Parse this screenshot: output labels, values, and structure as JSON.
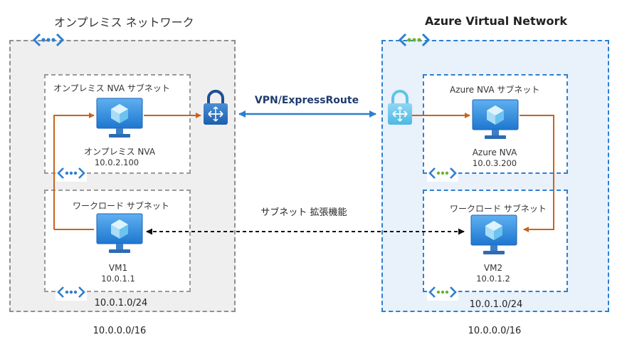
{
  "onprem": {
    "title": "オンプレミス ネットワーク",
    "cidr": "10.0.0.0/16",
    "nva_subnet": {
      "label": "オンプレミス NVA サブネット",
      "vm_name": "オンプレミス NVA",
      "ip": "10.0.2.100"
    },
    "workload_subnet": {
      "label": "ワークロード サブネット",
      "vm_name": "VM1",
      "ip": "10.0.1.1",
      "cidr": "10.0.1.0/24"
    }
  },
  "azure": {
    "title": "Azure Virtual Network",
    "cidr": "10.0.0.0/16",
    "nva_subnet": {
      "label": "Azure  NVA サブネット",
      "vm_name": "Azure NVA",
      "ip": "10.0.3.200"
    },
    "workload_subnet": {
      "label": "ワークロード サブネット",
      "vm_name": "VM2",
      "ip": "10.0.1.2",
      "cidr": "10.0.1.0/24"
    }
  },
  "connection": {
    "label": "VPN/ExpressRoute"
  },
  "extension": {
    "label": "サブネット 拡張機能"
  },
  "icons": {
    "vnet_onprem": "vnet-icon",
    "vnet_azure": "vnet-icon",
    "gateway": "vpn-gateway-lock-icon",
    "vm": "virtual-machine-icon"
  },
  "colors": {
    "azure_border": "#2e7fd0",
    "onprem_border": "#8f8f8f",
    "route_arrow": "#c8631e",
    "vpn_arrow": "#2e7fd0",
    "extension_arrow": "#111111",
    "vnet_dots_onprem": "#2e7fd0",
    "vnet_dots_azure": "#6bb32e"
  }
}
